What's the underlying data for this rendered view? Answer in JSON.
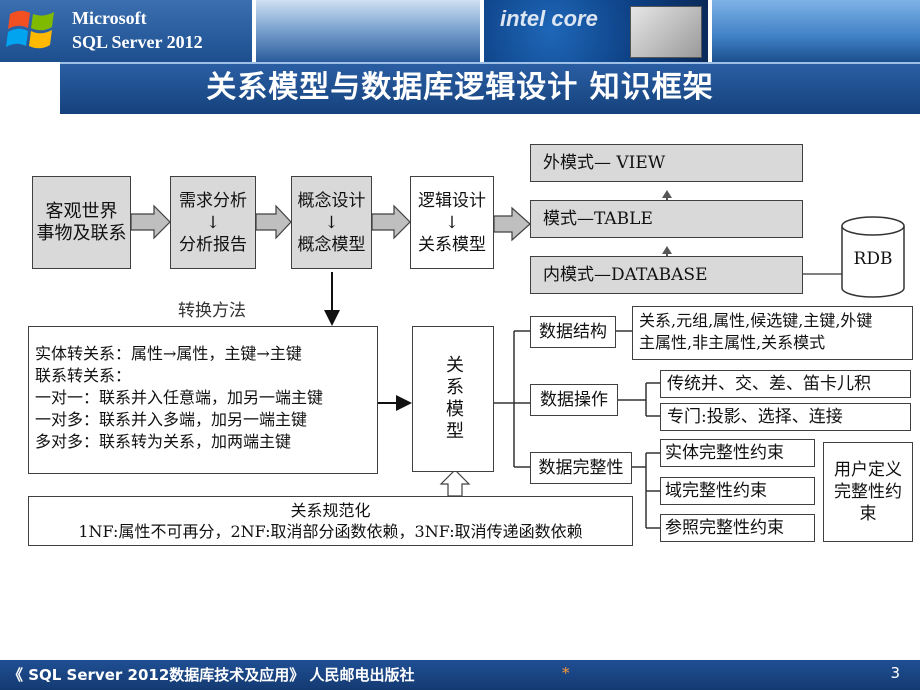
{
  "header": {
    "brand_line1": "Microsoft",
    "brand_line2": "SQL Server 2012",
    "photo_text": "intel core"
  },
  "title": "关系模型与数据库逻辑设计  知识框架",
  "diagram": {
    "flow": [
      {
        "line1": "客观世界",
        "line2": "事物及联系"
      },
      {
        "line1": "需求分析",
        "arrow": "↓",
        "line2": "分析报告"
      },
      {
        "line1": "概念设计",
        "arrow": "↓",
        "line2": "概念模型"
      },
      {
        "line1": "逻辑设计",
        "arrow": "↓",
        "line2": "关系模型"
      }
    ],
    "levels": {
      "external": "外模式— VIEW",
      "schema": "模式—TABLE",
      "internal": "内模式—DATABASE",
      "rdb": "RDB"
    },
    "conversion_label": "转换方法",
    "conversion_rules": [
      "实体转关系：属性→属性，主键→主键",
      "联系转关系：",
      "一对一：联系并入任意端，加另一端主键",
      "一对多：联系并入多端，加另一端主键",
      "多对多：联系转为关系，加两端主键"
    ],
    "relational_model": "关系模型",
    "normalization": {
      "title": "关系规范化",
      "text": "1NF:属性不可再分，2NF:取消部分函数依赖，3NF:取消传递函数依赖"
    },
    "branches": {
      "structure": {
        "label": "数据结构",
        "detail_line1": "关系,元组,属性,候选键,主键,外键",
        "detail_line2": "主属性,非主属性,关系模式"
      },
      "operations": {
        "label": "数据操作",
        "items": [
          "传统并、交、差、笛卡儿积",
          "专门:投影、选择、连接"
        ]
      },
      "integrity": {
        "label": "数据完整性",
        "items": [
          "实体完整性约束",
          "域完整性约束",
          "参照完整性约束"
        ],
        "user_defined": "用户定义完整性约束"
      }
    }
  },
  "footer": {
    "book": "《 SQL Server 2012数据库技术及应用》  人民邮电出版社",
    "star": "*",
    "page": "3"
  }
}
